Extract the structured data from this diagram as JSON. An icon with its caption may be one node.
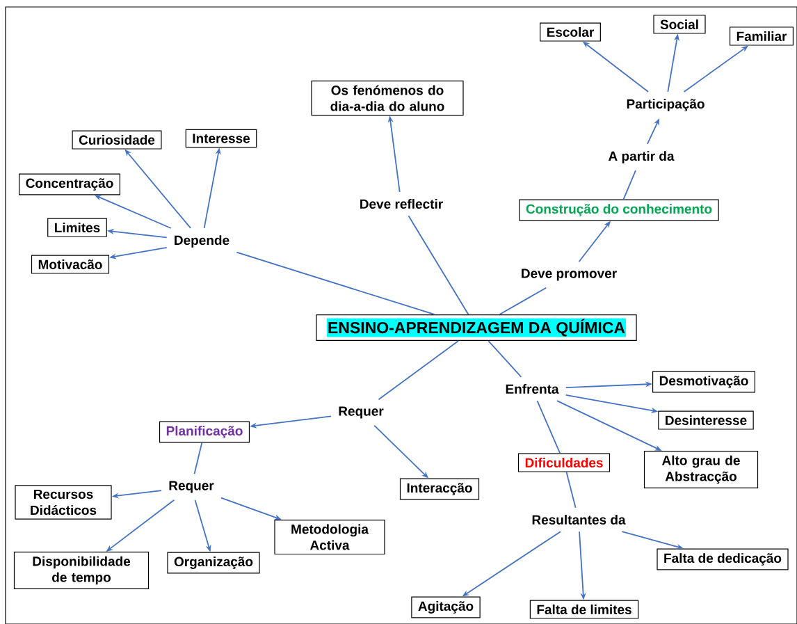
{
  "diagram": {
    "nodes": [
      {
        "text": [
          "ENSINO-APRENDIZAGEM DA QUÍMICA"
        ]
      },
      {
        "text": [
          "Depende"
        ]
      },
      {
        "text": [
          "Curiosidade"
        ]
      },
      {
        "text": [
          "Interesse"
        ]
      },
      {
        "text": [
          "Concentração"
        ]
      },
      {
        "text": [
          "Limites"
        ]
      },
      {
        "text": [
          "Motivacão"
        ]
      },
      {
        "text": [
          "Deve reflectir"
        ]
      },
      {
        "text": [
          "Os fenómenos do dia-a-dia do aluno"
        ]
      },
      {
        "text": [
          "Deve promover"
        ]
      },
      {
        "text": [
          "Construção do conhecimento"
        ]
      },
      {
        "text": [
          "A partir da"
        ]
      },
      {
        "text": [
          "Participação"
        ]
      },
      {
        "text": [
          "Escolar"
        ]
      },
      {
        "text": [
          "Social"
        ]
      },
      {
        "text": [
          "Familiar"
        ]
      },
      {
        "text": [
          "Requer"
        ]
      },
      {
        "text": [
          "Planificação"
        ]
      },
      {
        "text": [
          "Interacção"
        ]
      },
      {
        "text": [
          "Requer"
        ]
      },
      {
        "text": [
          "Recursos Didácticos"
        ]
      },
      {
        "text": [
          "Disponibilidade de tempo"
        ]
      },
      {
        "text": [
          "Organização"
        ]
      },
      {
        "text": [
          "Metodologia Activa"
        ]
      },
      {
        "text": [
          "Enfrenta"
        ]
      },
      {
        "text": [
          "Desmotivação"
        ]
      },
      {
        "text": [
          "Desinteresse"
        ]
      },
      {
        "text": [
          "Alto grau de Abstracção"
        ]
      },
      {
        "text": [
          "Dificuldades"
        ]
      },
      {
        "text": [
          "Resultantes da"
        ]
      },
      {
        "text": [
          "Falta de dedicação"
        ]
      },
      {
        "text": [
          "Agitação"
        ]
      },
      {
        "text": [
          "Falta de limites"
        ]
      }
    ],
    "edges": [
      {
        "from": 0,
        "to": 1,
        "arrow": "none"
      },
      {
        "from": 1,
        "to": 2,
        "arrow": "to"
      },
      {
        "from": 1,
        "to": 3,
        "arrow": "to"
      },
      {
        "from": 1,
        "to": 4,
        "arrow": "to"
      },
      {
        "from": 1,
        "to": 5,
        "arrow": "to"
      },
      {
        "from": 1,
        "to": 6,
        "arrow": "to"
      },
      {
        "from": 0,
        "to": 7,
        "arrow": "none"
      },
      {
        "from": 7,
        "to": 8,
        "arrow": "to"
      },
      {
        "from": 0,
        "to": 9,
        "arrow": "none"
      },
      {
        "from": 9,
        "to": 10,
        "arrow": "to"
      },
      {
        "from": 10,
        "to": 11,
        "arrow": "none"
      },
      {
        "from": 11,
        "to": 12,
        "arrow": "to"
      },
      {
        "from": 12,
        "to": 13,
        "arrow": "to"
      },
      {
        "from": 12,
        "to": 14,
        "arrow": "to"
      },
      {
        "from": 12,
        "to": 15,
        "arrow": "to"
      },
      {
        "from": 0,
        "to": 16,
        "arrow": "none"
      },
      {
        "from": 16,
        "to": 17,
        "arrow": "to"
      },
      {
        "from": 16,
        "to": 18,
        "arrow": "to"
      },
      {
        "from": 17,
        "to": 19,
        "arrow": "none"
      },
      {
        "from": 19,
        "to": 20,
        "arrow": "to"
      },
      {
        "from": 19,
        "to": 21,
        "arrow": "to"
      },
      {
        "from": 19,
        "to": 22,
        "arrow": "to"
      },
      {
        "from": 19,
        "to": 23,
        "arrow": "to"
      },
      {
        "from": 0,
        "to": 24,
        "arrow": "none"
      },
      {
        "from": 24,
        "to": 25,
        "arrow": "to"
      },
      {
        "from": 24,
        "to": 26,
        "arrow": "to"
      },
      {
        "from": 24,
        "to": 27,
        "arrow": "to"
      },
      {
        "from": 24,
        "to": 28,
        "arrow": "none"
      },
      {
        "from": 28,
        "to": 29,
        "arrow": "none"
      },
      {
        "from": 29,
        "to": 30,
        "arrow": "to"
      },
      {
        "from": 29,
        "to": 31,
        "arrow": "to"
      },
      {
        "from": 29,
        "to": 32,
        "arrow": "to"
      }
    ]
  }
}
